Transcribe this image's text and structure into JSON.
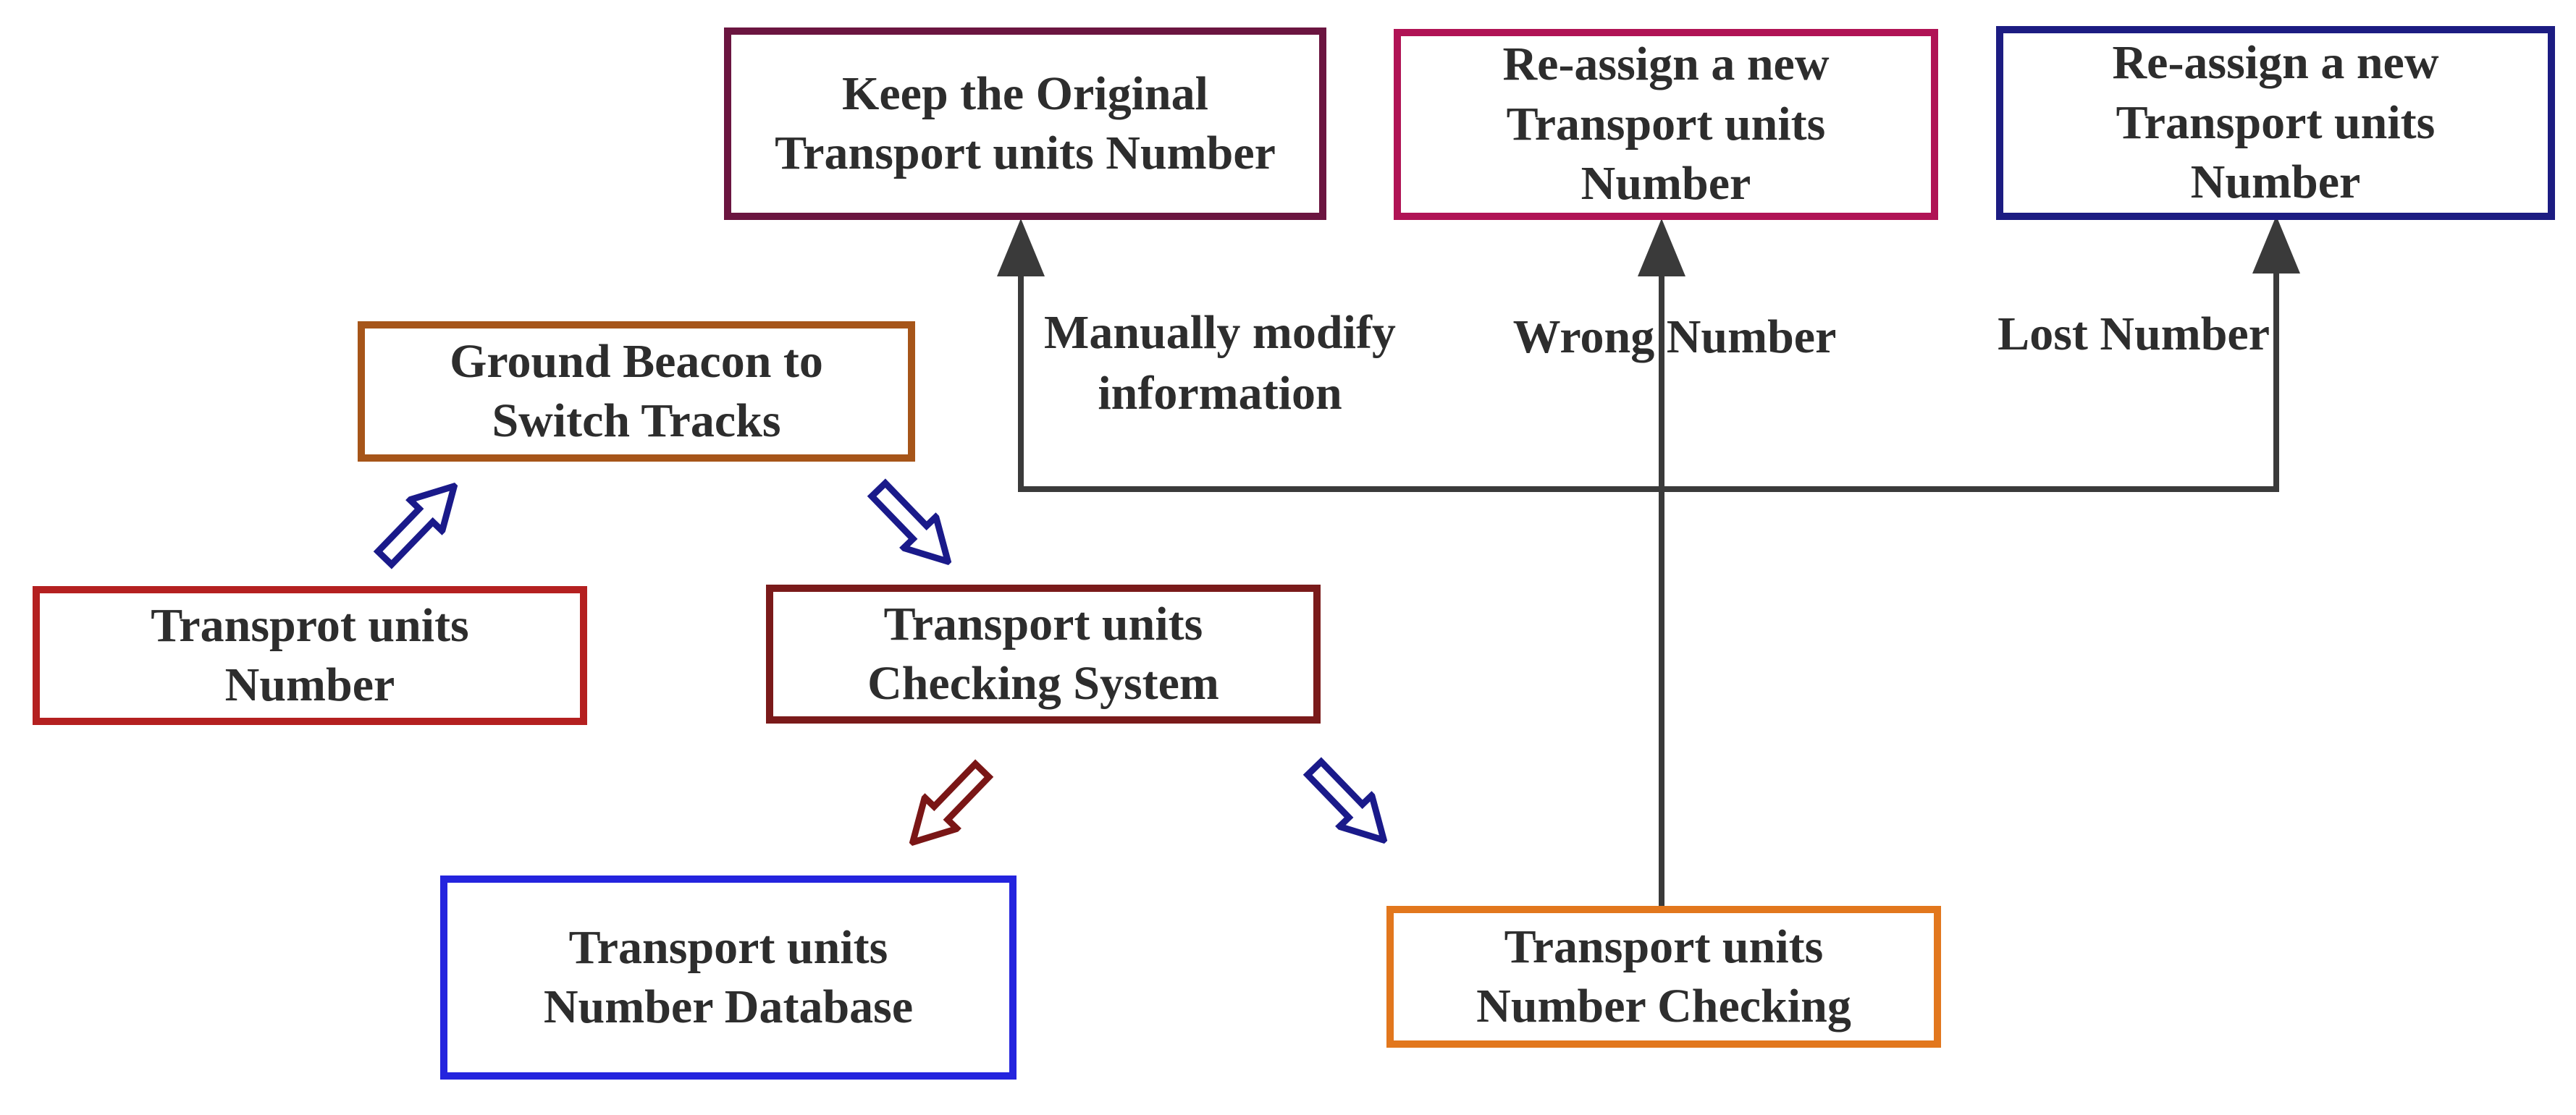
{
  "nodes": {
    "keep_original": {
      "label": "Keep the Original\nTransport units Number",
      "border_color": "#6B1540"
    },
    "reassign_wrong_number": {
      "label": "Re-assign a new\nTransport units\nNumber",
      "border_color": "#B01355"
    },
    "reassign_lost_number": {
      "label": "Re-assign a new\nTransport units\nNumber",
      "border_color": "#1C1C82"
    },
    "ground_beacon": {
      "label": "Ground Beacon to\nSwitch Tracks",
      "border_color": "#A65519"
    },
    "transprot_units_number": {
      "label": "Transprot units\nNumber",
      "border_color": "#B42020"
    },
    "checking_system": {
      "label": "Transport units\nChecking System",
      "border_color": "#7A1A1A"
    },
    "number_database": {
      "label": "Transport units\nNumber Database",
      "border_color": "#2424DE"
    },
    "number_checking": {
      "label": "Transport units\nNumber Checking",
      "border_color": "#E2771D"
    }
  },
  "edge_labels": {
    "manually_modify": "Manually modify\ninformation",
    "wrong_number": "Wrong Number",
    "lost_number": "Lost Number"
  },
  "connector": {
    "color": "#3A3A3A"
  },
  "hollow_arrows": [
    {
      "name": "transprot-to-ground-beacon",
      "direction": "up-right",
      "color": "#1A1A8A"
    },
    {
      "name": "ground-beacon-to-checking-system",
      "direction": "down-right",
      "color": "#1A1A8A"
    },
    {
      "name": "checking-system-to-number-database",
      "direction": "down-left",
      "color": "#7A1616"
    },
    {
      "name": "checking-system-to-number-checking",
      "direction": "down-right",
      "color": "#1A1A8A"
    }
  ],
  "text_color": "#2D2D2D",
  "background_color": "#FFFFFF"
}
